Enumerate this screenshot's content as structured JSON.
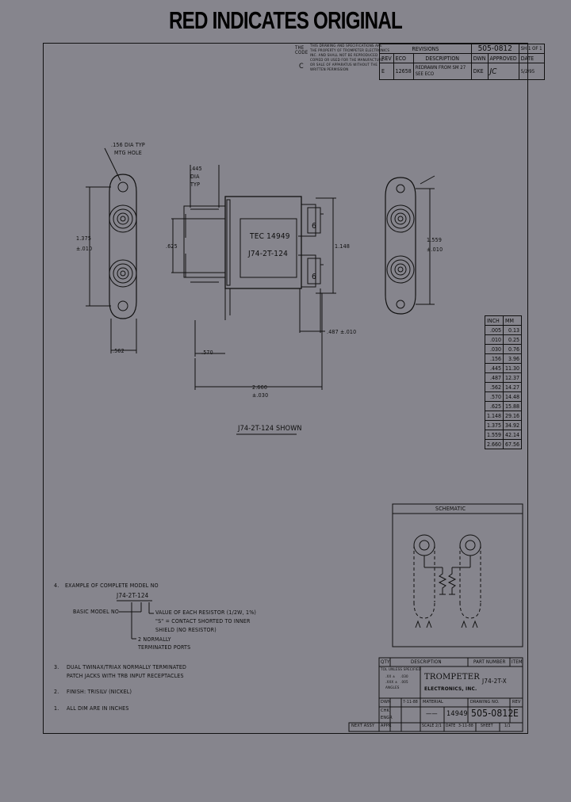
{
  "banner": "RED INDICATES ORIGINAL",
  "notice": {
    "tag": "THE CODE",
    "lines": [
      "THIS DRAWING AND SPECIFICATIONS ARE",
      "THE PROPERTY OF TROMPETER ELECTRONICS",
      "INC. AND SHALL NOT BE REPRODUCED",
      "COPIED OR USED FOR THE MANUFACTURE",
      "OR SALE OF APPARATUS WITHOUT THE",
      "WRITTEN PERMISSION"
    ],
    "code": "C"
  },
  "revisions": {
    "title": "REVISIONS",
    "dwg": "505-0812",
    "sh": "SH 1 OF 1",
    "headers": [
      "REV",
      "ECO",
      "DESCRIPTION",
      "DWN",
      "APPROVED",
      "DATE"
    ],
    "row": [
      "E",
      "12658",
      "REDRAWN FROM SM 27",
      "SEE ECO",
      "DKE",
      "JC",
      "5/2/95"
    ]
  },
  "drawing": {
    "mtg_hole": [
      ".156 DIA TYP",
      "MTG HOLE"
    ],
    "pin_dia": [
      ".445",
      "DIA",
      "TYP"
    ],
    "label_line1": "TEC 14949",
    "label_line2": "J74-2T-124",
    "dim_1375": [
      "1.375",
      "±.010"
    ],
    "dim_625": ".625",
    "dim_1148": "1.148",
    "dim_1559": [
      "1.559",
      "±.010"
    ],
    "dim_487": ".487 ±.010",
    "dim_562": ".562",
    "dim_570": ".570",
    "dim_2660": [
      "2.660",
      "±.030"
    ],
    "jack_marks": [
      "6",
      "6"
    ],
    "shown": "J74-2T-124 SHOWN"
  },
  "conversion": {
    "headers": [
      "INCH",
      "MM"
    ],
    "rows": [
      [
        ".005",
        "0.13"
      ],
      [
        ".010",
        "0.25"
      ],
      [
        ".030",
        "0.76"
      ],
      [
        ".156",
        "3.96"
      ],
      [
        ".445",
        "11.30"
      ],
      [
        ".487",
        "12.37"
      ],
      [
        ".562",
        "14.27"
      ],
      [
        ".570",
        "14.48"
      ],
      [
        ".625",
        "15.88"
      ],
      [
        "1.148",
        "29.16"
      ],
      [
        "1.375",
        "34.92"
      ],
      [
        "1.559",
        "42.14"
      ],
      [
        "2.660",
        "67.56"
      ]
    ]
  },
  "schematic": {
    "title": "SCHEMATIC"
  },
  "notes": {
    "n4": {
      "num": "4.",
      "text": "EXAMPLE OF COMPLETE MODEL NO"
    },
    "model": "J74-2T-124",
    "basic": "BASIC MODEL NO",
    "value_lines": [
      "VALUE OF EACH RESISTOR (1/2W, 1%)",
      "\"S\" = CONTACT SHORTED TO INNER",
      "SHIELD (NO RESISTOR)"
    ],
    "ports": [
      "2 NORMALLY",
      "TERMINATED PORTS"
    ],
    "n3": {
      "num": "3.",
      "lines": [
        "DUAL TWINAX/TRIAX NORMALLY TERMINATED",
        "PATCH JACKS WITH TRB INPUT RECEPTACLES"
      ]
    },
    "n2": {
      "num": "2.",
      "text": "FINISH: TRISILV (NICKEL)"
    },
    "n1": {
      "num": "1.",
      "text": "ALL DIM ARE IN INCHES"
    }
  },
  "title_block": {
    "qty": "QTY",
    "description": "DESCRIPTION",
    "part_number": "PART NUMBER",
    "item": "ITEM",
    "tolerance": [
      "TOL UNLESS SPECIFIED",
      ".XX ±",
      ".XXX ±",
      "ANGLES"
    ],
    "tol_values": [
      ".030",
      ".005"
    ],
    "company": "TROMPETER",
    "company2": "ELECTRONICS, INC.",
    "part": "J74-2T-X",
    "material_label": "MATERIAL",
    "material": "——",
    "code_ident": "14949",
    "drawing_no_label": "DRAWING NO.",
    "drawing_no": "505-0812",
    "rev_label": "REV",
    "rev": "E",
    "dwn": "DWN",
    "chk": "CHK",
    "engr": "ENGR",
    "appr": "APPR",
    "dwn_date": "7-11-88",
    "scale": "SCALE 2/1",
    "date_label": "DATE",
    "date": "3-11-88",
    "sheet_label": "SHEET",
    "sheet": "1/1",
    "next_assy": "NEXT ASSY"
  }
}
